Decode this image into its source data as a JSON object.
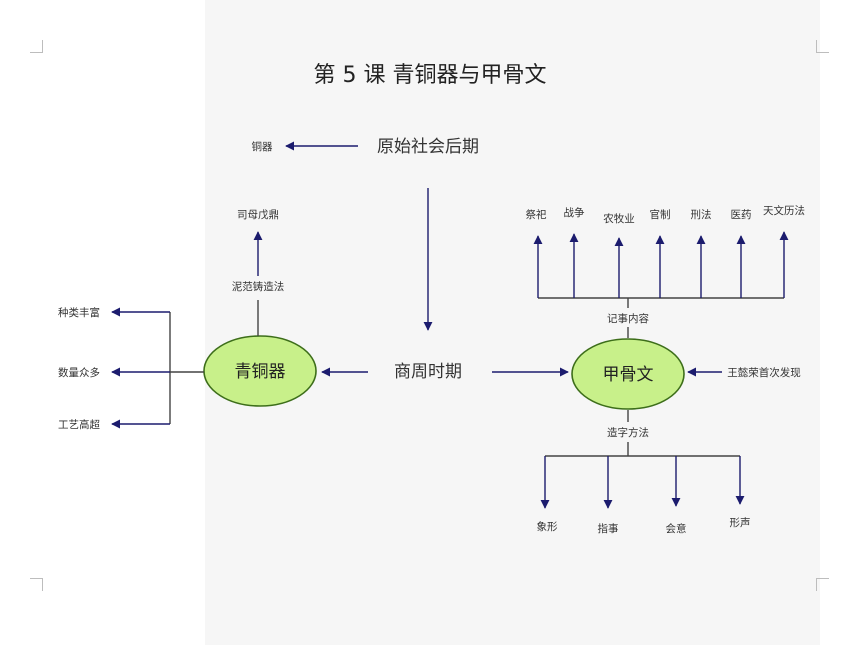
{
  "title": "第 5 课   青铜器与甲骨文",
  "nodes": {
    "primitive_late": "原始社会后期",
    "copper": "铜器",
    "shang_zhou": "商周时期",
    "bronze": "青铜器",
    "oracle": "甲骨文"
  },
  "bronze_branch": {
    "casting_method": "泥范铸造法",
    "representative": "司母戊鼎",
    "features": [
      "种类丰富",
      "数量众多",
      "工艺高超"
    ]
  },
  "oracle_branch": {
    "content_label": "记事内容",
    "contents": [
      "祭祀",
      "战争",
      "农牧业",
      "官制",
      "刑法",
      "医药",
      "天文历法"
    ],
    "discoverer": "王懿荣首次发现",
    "method_label": "造字方法",
    "methods": [
      "象形",
      "指事",
      "会意",
      "形声"
    ]
  },
  "colors": {
    "ellipse_fill": "#c8f08a",
    "ellipse_stroke": "#3d6e1a",
    "arrow": "#1c1c6e"
  }
}
